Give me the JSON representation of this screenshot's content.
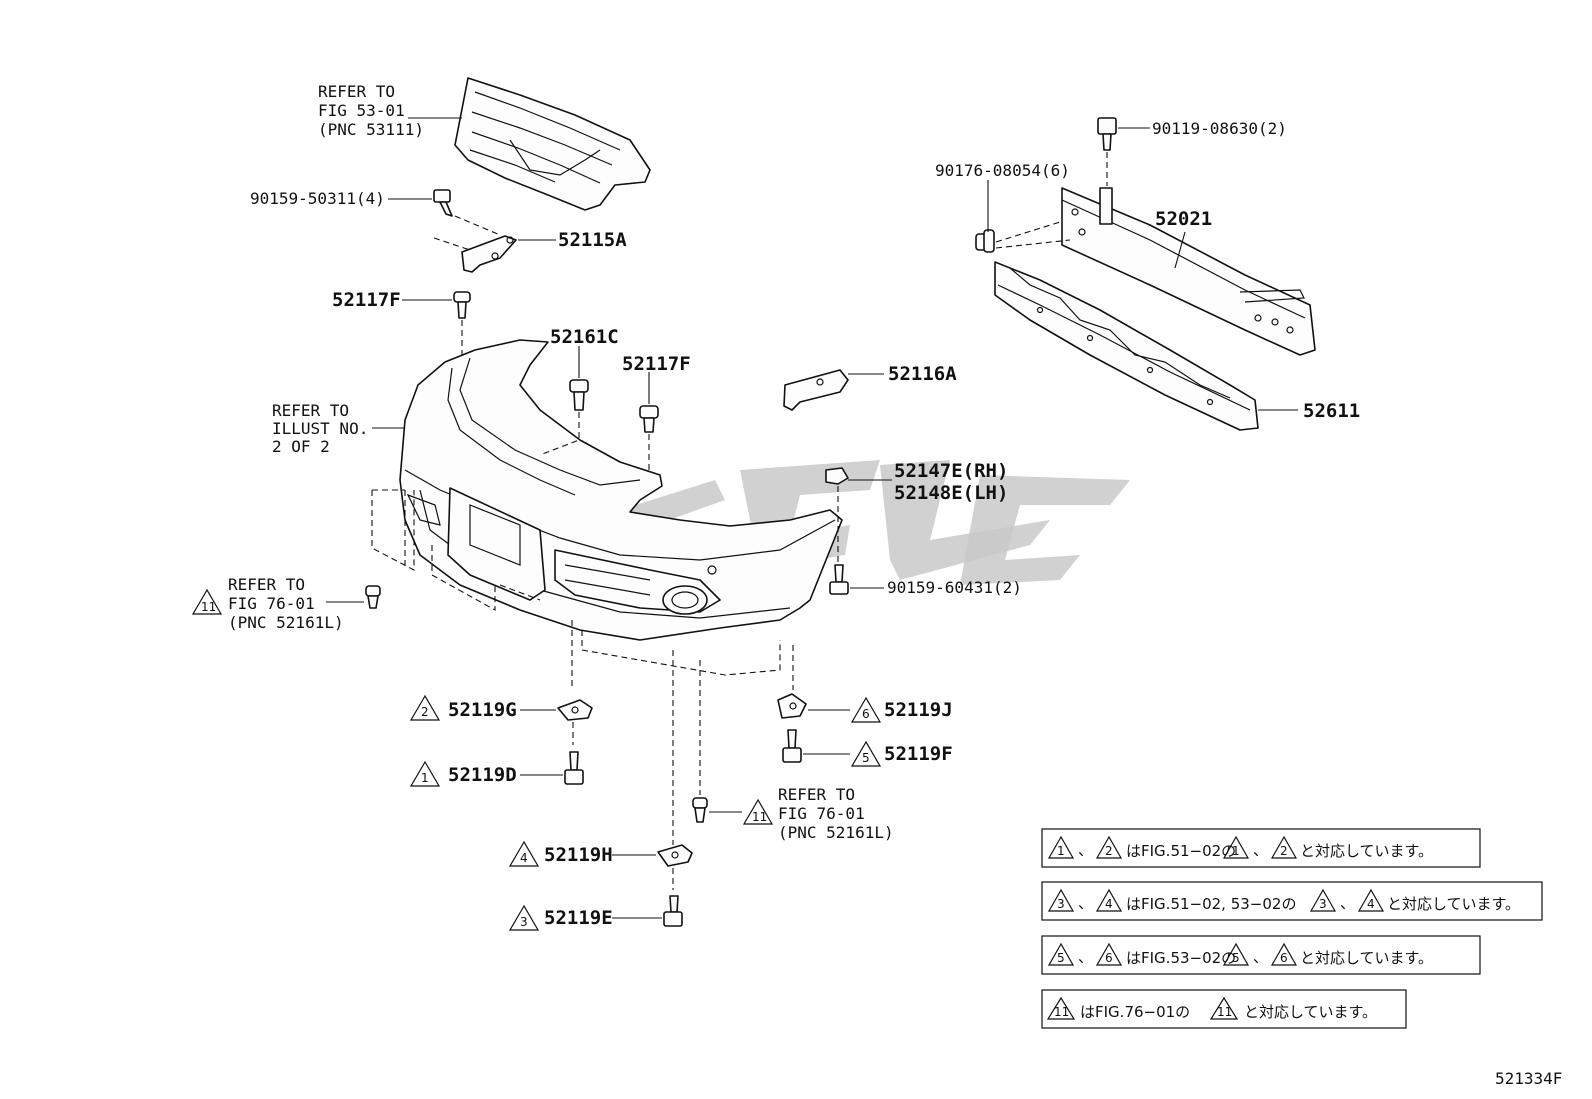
{
  "refs": {
    "grille": [
      "REFER TO",
      "FIG 53-01",
      "(PNC 53111)"
    ],
    "bumper": [
      "REFER TO",
      "ILLUST NO.",
      "2 OF 2"
    ],
    "clip_left": [
      "REFER TO",
      "FIG 76-01",
      "(PNC 52161L)"
    ],
    "clip_center": [
      "REFER TO",
      "FIG 76-01",
      "(PNC 52161L)"
    ]
  },
  "parts": {
    "p90119": "90119-08630(2)",
    "p90176": "90176-08054(6)",
    "p52021": "52021",
    "p90159_50311": "90159-50311(4)",
    "p52115A": "52115A",
    "p52117F_a": "52117F",
    "p52161C": "52161C",
    "p52117F_b": "52117F",
    "p52116A": "52116A",
    "p52611": "52611",
    "p52147E": "52147E(RH)",
    "p52148E": "52148E(LH)",
    "p90159_60431": "90159-60431(2)",
    "p52119G": "52119G",
    "p52119D": "52119D",
    "p52119H": "52119H",
    "p52119E": "52119E",
    "p52119J": "52119J",
    "p52119F": "52119F"
  },
  "markers": {
    "m11_left": "11",
    "m2": "2",
    "m1": "1",
    "m11_center": "11",
    "m4": "4",
    "m3": "3",
    "m6": "6",
    "m5": "5"
  },
  "notes": [
    {
      "a": "1",
      "b": "2",
      "text": "はFIG.51−02の",
      "c": "1",
      "d": "2",
      "tail": "と対応しています。",
      "sep": "、"
    },
    {
      "a": "3",
      "b": "4",
      "text": "はFIG.51−02, 53−02の",
      "c": "3",
      "d": "4",
      "tail": "と対応しています。",
      "sep": "、"
    },
    {
      "a": "5",
      "b": "6",
      "text": "はFIG.53−02の",
      "c": "5",
      "d": "6",
      "tail": "と対応しています。",
      "sep": "、"
    },
    {
      "a": "11",
      "text": "はFIG.76−01の",
      "c": "11",
      "tail": "と対応しています。"
    }
  ],
  "figure_code": "521334F"
}
